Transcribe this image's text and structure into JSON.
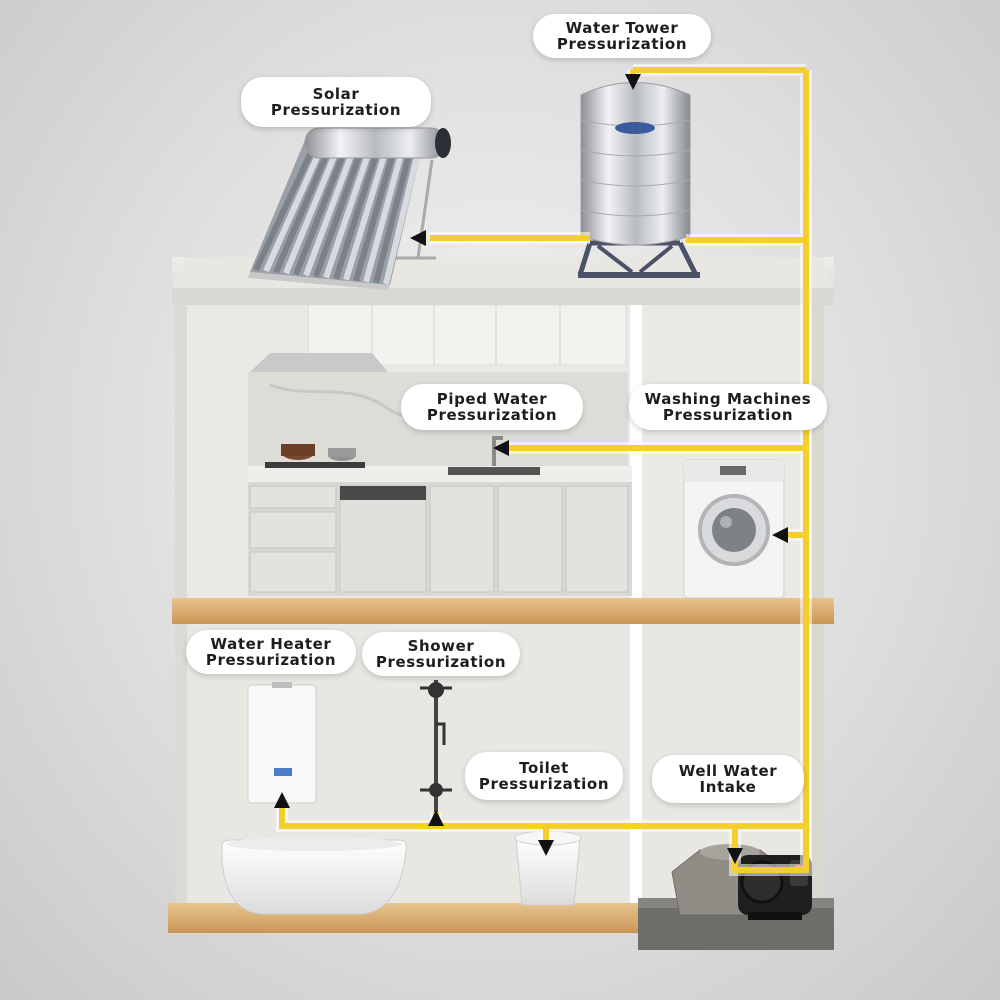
{
  "colors": {
    "pipe": "#f2cf2a",
    "wall": "#e9e7e2",
    "roof": "#e6e5df",
    "floor": "#d9b078",
    "label_bg": "#ffffff",
    "label_text": "#1d1d1d"
  },
  "labels": {
    "water_tower": {
      "line1": "Water Tower",
      "line2": "Pressurization"
    },
    "solar": {
      "line1": "Solar",
      "line2": "Pressurization"
    },
    "piped_water": {
      "line1": "Piped Water",
      "line2": "Pressurization"
    },
    "washing_machines": {
      "line1": "Washing Machines",
      "line2": "Pressurization"
    },
    "water_heater": {
      "line1": "Water Heater",
      "line2": "Pressurization"
    },
    "shower": {
      "line1": "Shower",
      "line2": "Pressurization"
    },
    "toilet": {
      "line1": "Toilet",
      "line2": "Pressurization"
    },
    "well_water": {
      "line1": "Well Water",
      "line2": "Intake"
    }
  },
  "icons": [
    "solar-heater-icon",
    "water-tower-icon",
    "faucet-icon",
    "washing-machine-icon",
    "water-heater-icon",
    "shower-icon",
    "toilet-icon",
    "bathtub-icon",
    "water-pump-icon",
    "well-icon"
  ]
}
